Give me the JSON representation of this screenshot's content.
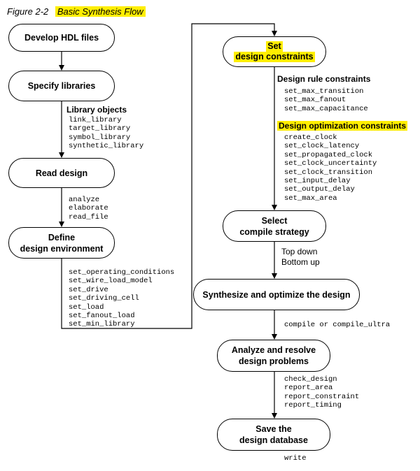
{
  "figure": {
    "number": "Figure 2-2",
    "title": "Basic Synthesis Flow"
  },
  "boxes": {
    "develop": [
      "Develop HDL files"
    ],
    "specify": [
      "Specify libraries"
    ],
    "read": [
      "Read design"
    ],
    "define": [
      "Define",
      "design environment"
    ],
    "set": [
      "Set",
      "design constraints"
    ],
    "select": [
      "Select",
      "compile strategy"
    ],
    "synth": [
      "Synthesize and optimize the design"
    ],
    "analyze": [
      "Analyze and resolve",
      "design problems"
    ],
    "save": [
      "Save the",
      "design database"
    ]
  },
  "library_objects": {
    "heading": "Library objects",
    "items": [
      "link_library",
      "target_library",
      "symbol_library",
      "synthetic_library"
    ]
  },
  "read_commands": [
    "analyze",
    "elaborate",
    "read_file"
  ],
  "environment_commands": [
    "set_operating_conditions",
    "set_wire_load_model",
    "set_drive",
    "set_driving_cell",
    "set_load",
    "set_fanout_load",
    "set_min_library"
  ],
  "design_rule": {
    "heading": "Design rule constraints",
    "items": [
      "set_max_transition",
      "set_max_fanout",
      "set_max_capacitance"
    ]
  },
  "design_optimization": {
    "heading": "Design optimization constraints",
    "items": [
      "create_clock",
      "set_clock_latency",
      "set_propagated_clock",
      "set_clock_uncertainty",
      "set_clock_transition",
      "set_input_delay",
      "set_output_delay",
      "set_max_area"
    ]
  },
  "strategy_options": [
    "Top down",
    "Bottom up"
  ],
  "compile_commands": "compile or compile_ultra",
  "analyze_commands": [
    "check_design",
    "report_area",
    "report_constraint",
    "report_timing"
  ],
  "save_command": "write",
  "colors": {
    "highlight": "#ffee00",
    "line": "#000000"
  }
}
